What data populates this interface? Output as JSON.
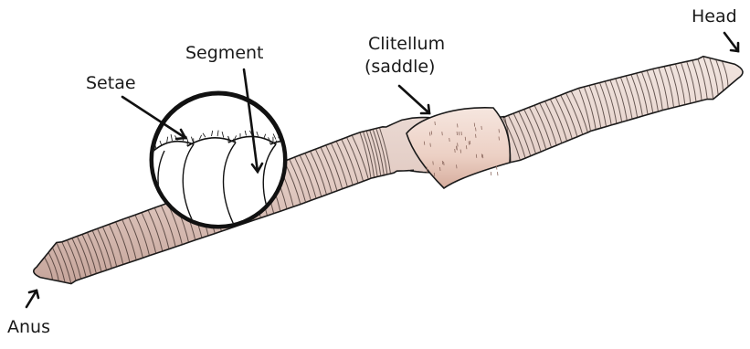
{
  "labels": {
    "head": "Head",
    "clitellum": "Clitellum",
    "saddle": "(saddle)",
    "segment": "Segment",
    "setae": "Setae",
    "anus": "Anus"
  },
  "colors": {
    "body_fill": "#e6d3cc",
    "body_shade": "#c9aaa0",
    "clitellum_fill": "#efd7cd",
    "outline": "#1a1a1a",
    "ring_line": "#2a2020"
  }
}
